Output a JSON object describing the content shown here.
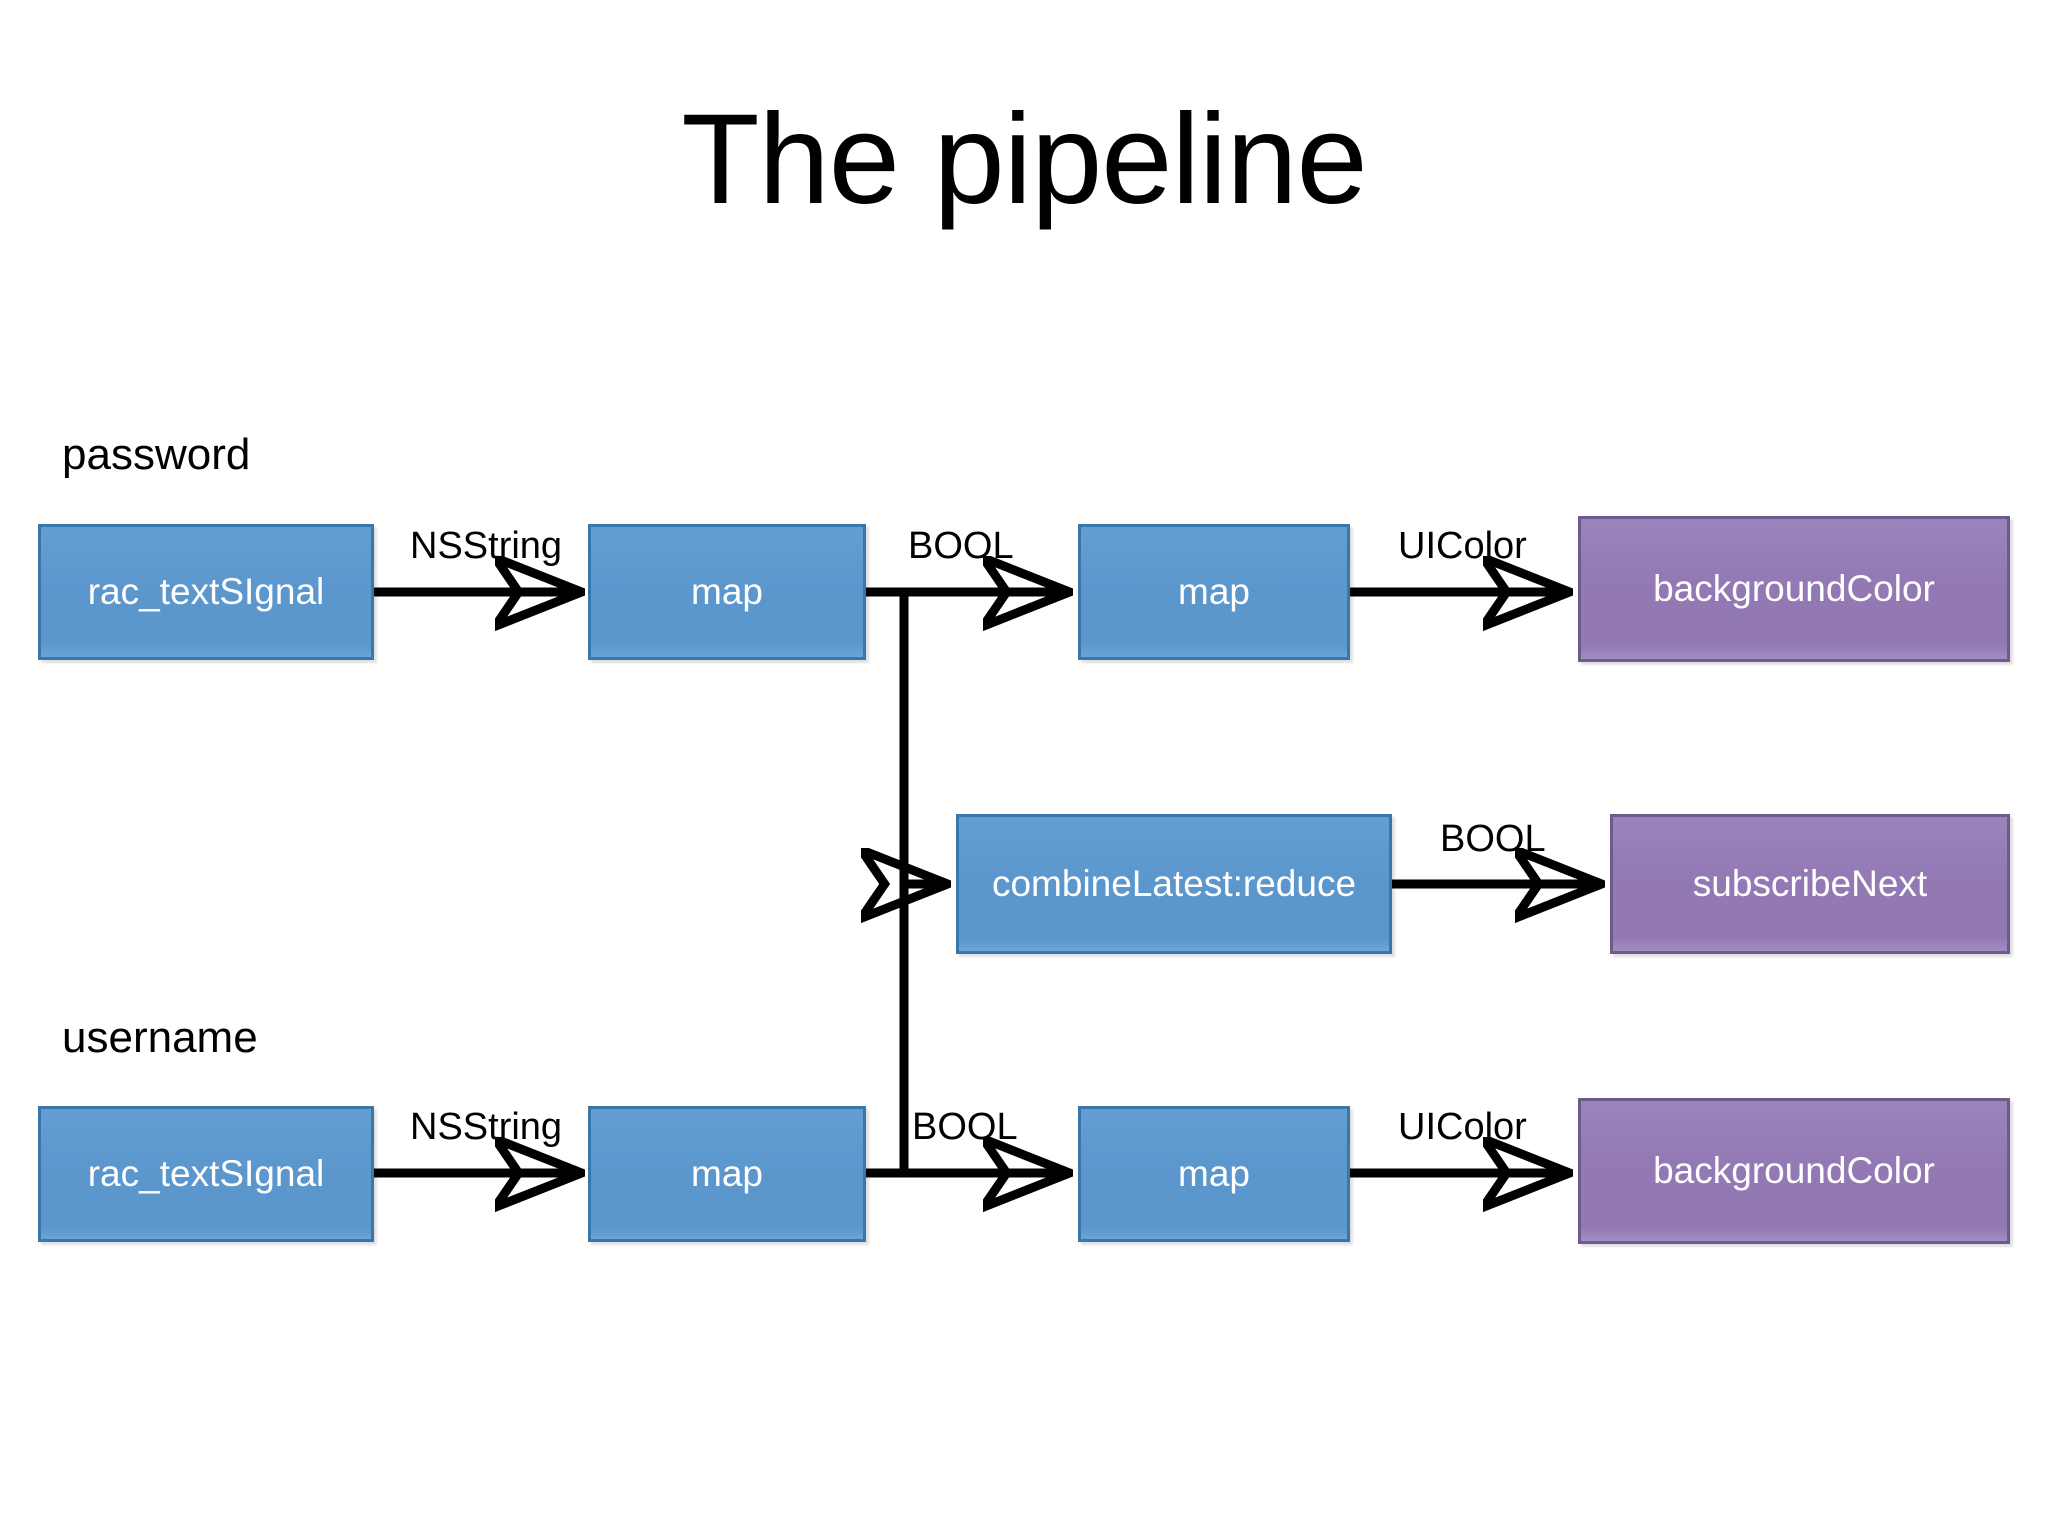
{
  "slide": {
    "title": "The pipeline",
    "background_color": "#ffffff"
  },
  "palette": {
    "blue_fill": "#5b96cd",
    "blue_border": "#3a76a8",
    "purple_fill": "#9279b4",
    "purple_border": "#6f5a8c",
    "connector": "#000000",
    "node_text": "#ffffff",
    "label_text": "#000000"
  },
  "groups": [
    {
      "id": "password",
      "label": "password"
    },
    {
      "id": "username",
      "label": "username"
    }
  ],
  "diagram": {
    "type": "flow",
    "nodes": [
      {
        "id": "pw-signal",
        "label": "rac_textSIgnal",
        "kind": "blue",
        "row": "password"
      },
      {
        "id": "pw-map1",
        "label": "map",
        "kind": "blue",
        "row": "password"
      },
      {
        "id": "pw-map2",
        "label": "map",
        "kind": "blue",
        "row": "password"
      },
      {
        "id": "pw-bg",
        "label": "backgroundColor",
        "kind": "purple",
        "row": "password"
      },
      {
        "id": "combine",
        "label": "combineLatest:reduce",
        "kind": "blue",
        "row": "middle"
      },
      {
        "id": "subnext",
        "label": "subscribeNext",
        "kind": "purple",
        "row": "middle"
      },
      {
        "id": "un-signal",
        "label": "rac_textSIgnal",
        "kind": "blue",
        "row": "username"
      },
      {
        "id": "un-map1",
        "label": "map",
        "kind": "blue",
        "row": "username"
      },
      {
        "id": "un-map2",
        "label": "map",
        "kind": "blue",
        "row": "username"
      },
      {
        "id": "un-bg",
        "label": "backgroundColor",
        "kind": "purple",
        "row": "username"
      }
    ],
    "edges": [
      {
        "id": "pw-e1",
        "from": "pw-signal",
        "to": "pw-map1",
        "label": "NSString"
      },
      {
        "id": "pw-e2",
        "from": "pw-map1",
        "to": "pw-map2",
        "label": "BOOL"
      },
      {
        "id": "pw-e3",
        "from": "pw-map2",
        "to": "pw-bg",
        "label": "UIColor"
      },
      {
        "id": "mid-e1",
        "from": "combine",
        "to": "subnext",
        "label": "BOOL"
      },
      {
        "id": "un-e1",
        "from": "un-signal",
        "to": "un-map1",
        "label": "NSString"
      },
      {
        "id": "un-e2",
        "from": "un-map1",
        "to": "un-map2",
        "label": "BOOL"
      },
      {
        "id": "un-e3",
        "from": "un-map2",
        "to": "un-bg",
        "label": "UIColor"
      },
      {
        "id": "branch-pw",
        "from": "pw-map1",
        "to": "combine",
        "label": ""
      },
      {
        "id": "branch-un",
        "from": "un-map1",
        "to": "combine",
        "label": ""
      }
    ]
  },
  "labels": {
    "nsstring": "NSString",
    "bool": "BOOL",
    "uicolor": "UIColor"
  }
}
